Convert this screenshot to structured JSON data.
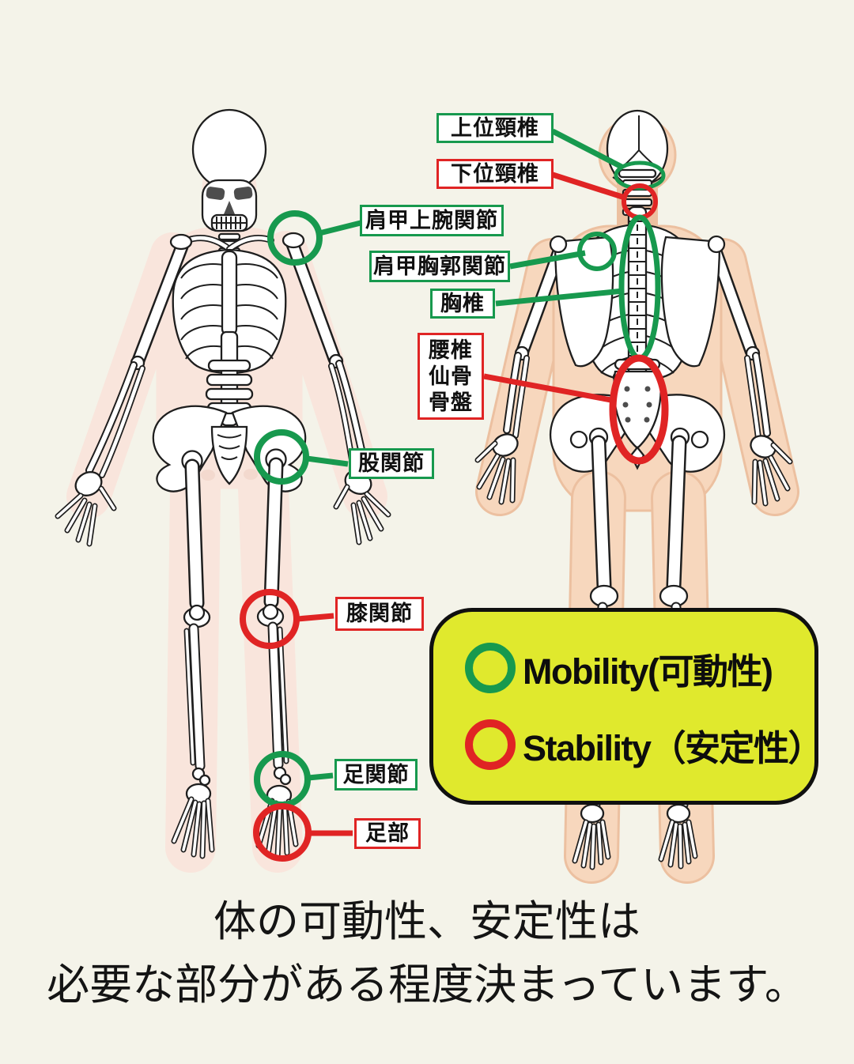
{
  "page": {
    "background": "#f4f3e9"
  },
  "colors": {
    "mobility": "#17994e",
    "stability": "#e02424",
    "legend_background": "#e0e92d",
    "label_background": "#ffffff",
    "text": "#141414"
  },
  "annotations": [
    {
      "id": "upper-cervical",
      "label": "上位頸椎",
      "type": "mobility"
    },
    {
      "id": "lower-cervical",
      "label": "下位頸椎",
      "type": "stability"
    },
    {
      "id": "glenohumeral",
      "label": "肩甲上腕関節",
      "type": "mobility"
    },
    {
      "id": "scapulothoracic",
      "label": "肩甲胸郭関節",
      "type": "mobility"
    },
    {
      "id": "thoracic-spine",
      "label": "胸椎",
      "type": "mobility"
    },
    {
      "id": "lumbar-sacrum-pelvis",
      "lines": [
        "腰椎",
        "仙骨",
        "骨盤"
      ],
      "type": "stability"
    },
    {
      "id": "hip",
      "label": "股関節",
      "type": "mobility"
    },
    {
      "id": "knee",
      "label": "膝関節",
      "type": "stability"
    },
    {
      "id": "ankle",
      "label": "足関節",
      "type": "mobility"
    },
    {
      "id": "foot",
      "label": "足部",
      "type": "stability"
    }
  ],
  "legend": {
    "items": [
      {
        "label": "Mobility(可動性)",
        "type": "mobility"
      },
      {
        "label": "Stability（安定性）",
        "type": "stability"
      }
    ]
  },
  "caption": {
    "line1": "体の可動性、安定性は",
    "line2": "必要な部分がある程度決まっています。"
  }
}
